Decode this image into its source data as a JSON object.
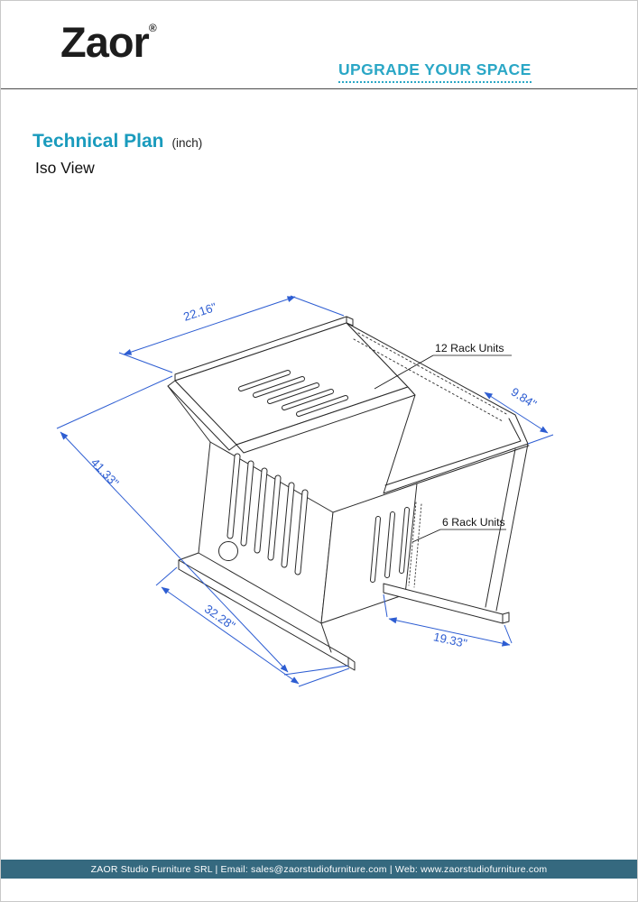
{
  "header": {
    "logo": "Zaor",
    "registered": "®",
    "tagline": "UPGRADE YOUR SPACE"
  },
  "title": {
    "heading": "Technical Plan",
    "unit_note": "(inch)",
    "view_label": "Iso View"
  },
  "drawing": {
    "dim_top": "22.16\"",
    "dim_left": "41.33\"",
    "dim_right": "9.84\"",
    "dim_bottom_left": "32.28\"",
    "dim_bottom_right": "19.33\"",
    "rack_top_label": "12 Rack Units",
    "rack_bottom_label": "6 Rack Units"
  },
  "footer": {
    "info": "ZAOR Studio Furniture SRL | Email: sales@zaorstudiofurniture.com | Web: www.zaorstudiofurniture.com"
  },
  "colors": {
    "accent_teal": "#2BA7C6",
    "dimension_blue": "#2D5DD2",
    "footer_bg": "#35697F",
    "ink": "#2A2A2A"
  }
}
